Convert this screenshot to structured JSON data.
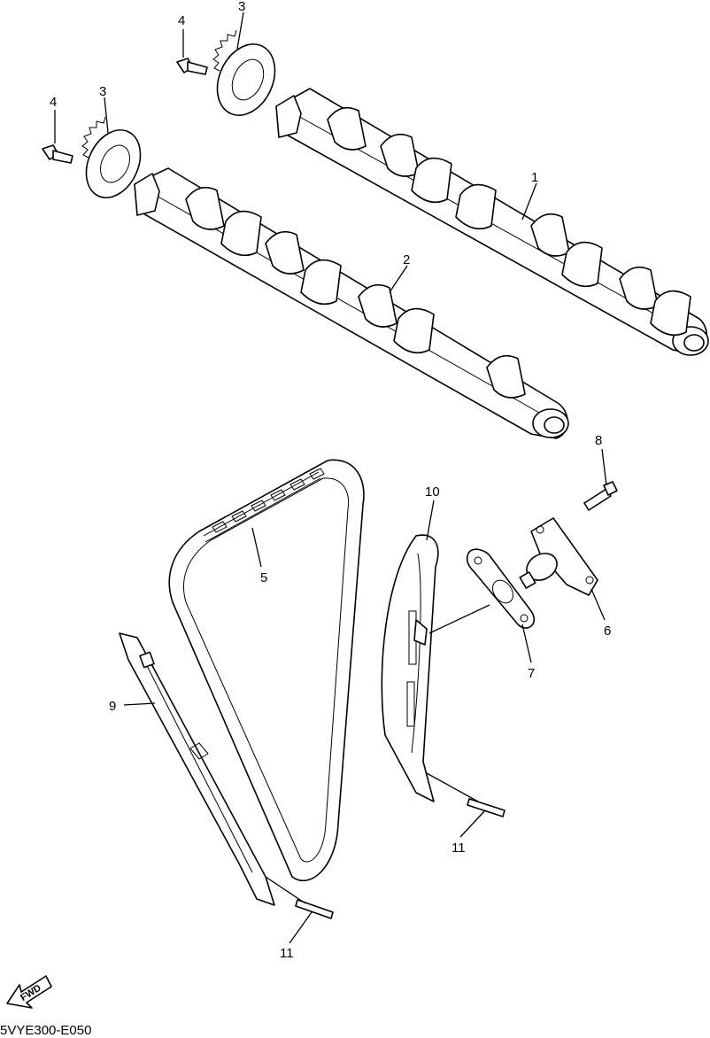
{
  "diagram": {
    "callouts": [
      {
        "id": "c1",
        "label": "1"
      },
      {
        "id": "c2",
        "label": "2"
      },
      {
        "id": "c3a",
        "label": "3"
      },
      {
        "id": "c3b",
        "label": "3"
      },
      {
        "id": "c4a",
        "label": "4"
      },
      {
        "id": "c4b",
        "label": "4"
      },
      {
        "id": "c5",
        "label": "5"
      },
      {
        "id": "c6",
        "label": "6"
      },
      {
        "id": "c7",
        "label": "7"
      },
      {
        "id": "c8",
        "label": "8"
      },
      {
        "id": "c9",
        "label": "9"
      },
      {
        "id": "c10",
        "label": "10"
      },
      {
        "id": "c11a",
        "label": "11"
      },
      {
        "id": "c11b",
        "label": "11"
      }
    ],
    "fwd_label": "FWD",
    "drawing_code": "5VYE300-E050"
  }
}
